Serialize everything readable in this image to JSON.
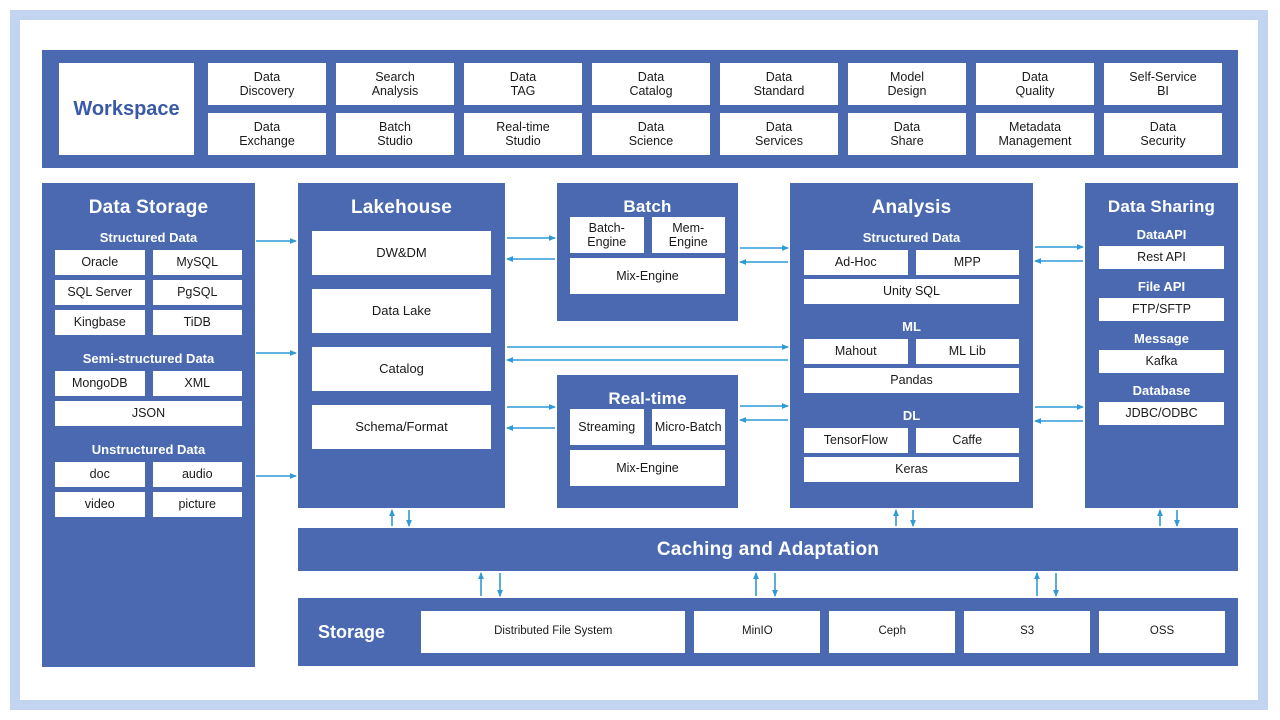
{
  "theme": {
    "panel_blue": "#4a69b0",
    "frame_blue": "#c2d4ef",
    "arrow_blue": "#2f9ad6",
    "box_white": "#ffffff",
    "title_text": "#3a5aa8"
  },
  "workspace": {
    "label": "Workspace",
    "items": [
      "Data\nDiscovery",
      "Search\nAnalysis",
      "Data\nTAG",
      "Data\nCatalog",
      "Data\nStandard",
      "Model\nDesign",
      "Data\nQuality",
      "Self-Service\nBI",
      "Data\nExchange",
      "Batch\nStudio",
      "Real-time\nStudio",
      "Data\nScience",
      "Data\nServices",
      "Data\nShare",
      "Metadata\nManagement",
      "Data\nSecurity"
    ]
  },
  "data_storage": {
    "title": "Data Storage",
    "groups": [
      {
        "head": "Structured Data",
        "rows": [
          [
            "Oracle",
            "MySQL"
          ],
          [
            "SQL Server",
            "PgSQL"
          ],
          [
            "Kingbase",
            "TiDB"
          ]
        ]
      },
      {
        "head": "Semi-structured Data",
        "rows": [
          [
            "MongoDB",
            "XML"
          ],
          [
            "JSON"
          ]
        ]
      },
      {
        "head": "Unstructured Data",
        "rows": [
          [
            "doc",
            "audio"
          ],
          [
            "video",
            "picture"
          ]
        ]
      }
    ]
  },
  "lakehouse": {
    "title": "Lakehouse",
    "items": [
      "DW&DM",
      "Data Lake",
      "Catalog",
      "Schema/Format"
    ]
  },
  "batch": {
    "title": "Batch",
    "rows": [
      [
        "Batch-\nEngine",
        "Mem-\nEngine"
      ],
      [
        "Mix-Engine"
      ]
    ]
  },
  "realtime": {
    "title": "Real-time",
    "rows": [
      [
        "Streaming",
        "Micro-Batch"
      ],
      [
        "Mix-Engine"
      ]
    ]
  },
  "analysis": {
    "title": "Analysis",
    "groups": [
      {
        "head": "Structured Data",
        "rows": [
          [
            "Ad-Hoc",
            "MPP"
          ],
          [
            "Unity SQL"
          ]
        ]
      },
      {
        "head": "ML",
        "rows": [
          [
            "Mahout",
            "ML Lib"
          ],
          [
            "Pandas"
          ]
        ]
      },
      {
        "head": "DL",
        "rows": [
          [
            "TensorFlow",
            "Caffe"
          ],
          [
            "Keras"
          ]
        ]
      }
    ]
  },
  "data_sharing": {
    "title": "Data Sharing",
    "groups": [
      {
        "head": "DataAPI",
        "items": [
          "Rest API"
        ]
      },
      {
        "head": "File API",
        "items": [
          "FTP/SFTP"
        ]
      },
      {
        "head": "Message",
        "items": [
          "Kafka"
        ]
      },
      {
        "head": "Database",
        "items": [
          "JDBC/ODBC"
        ]
      }
    ]
  },
  "caching": {
    "title": "Caching and Adaptation"
  },
  "storage_layer": {
    "label": "Storage",
    "items": [
      "Distributed File System",
      "MinIO",
      "Ceph",
      "S3",
      "OSS"
    ]
  }
}
